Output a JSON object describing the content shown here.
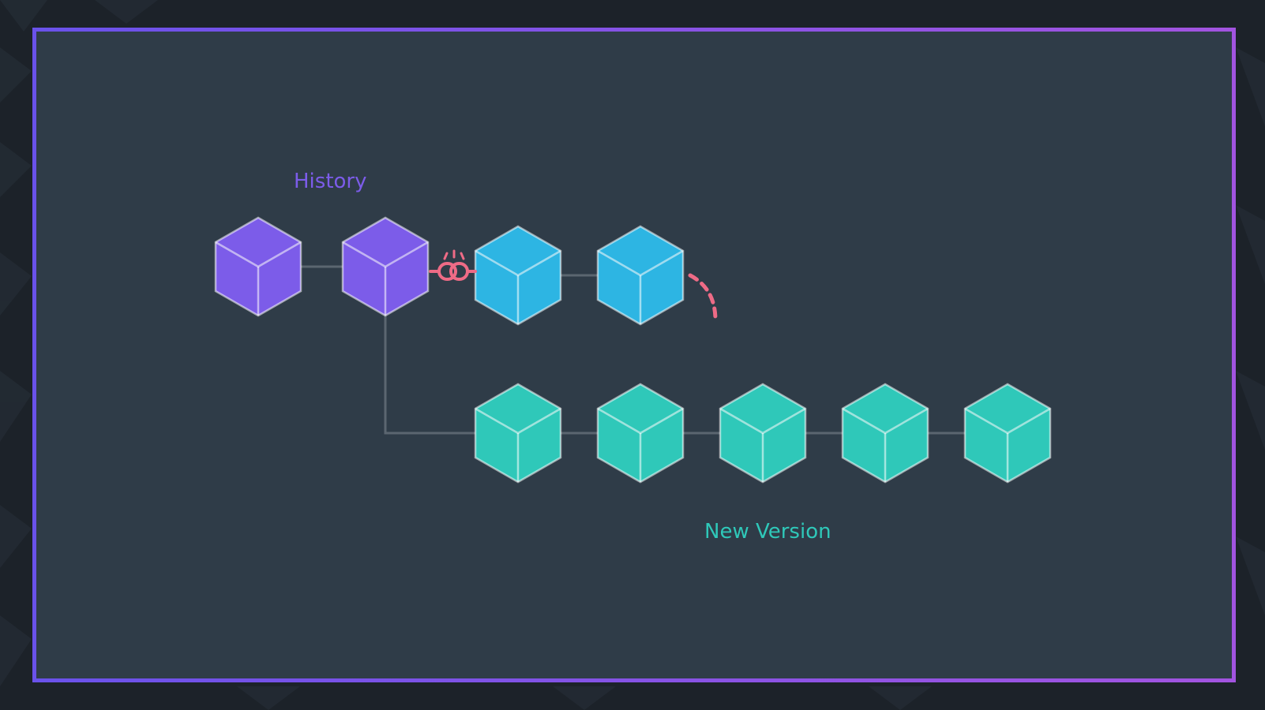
{
  "labels": {
    "history": "History",
    "new_version": "New Version"
  },
  "colors": {
    "history": "#7c5ce9",
    "original": "#2db5e3",
    "new_version": "#2fc8b9",
    "broken_link": "#ee6b86",
    "connector": "#5b6670",
    "frame_start": "#6a52ea",
    "frame_end": "#a254e0",
    "panel": "#2f3c48"
  },
  "groups": {
    "history": {
      "block_count": 2,
      "icon": "cube-icon"
    },
    "original_chain": {
      "block_count": 2,
      "icon": "cube-icon"
    },
    "new_version_chain": {
      "block_count": 5,
      "icon": "cube-icon"
    },
    "broken_link": {
      "icon": "broken-chain-link-icon"
    }
  }
}
